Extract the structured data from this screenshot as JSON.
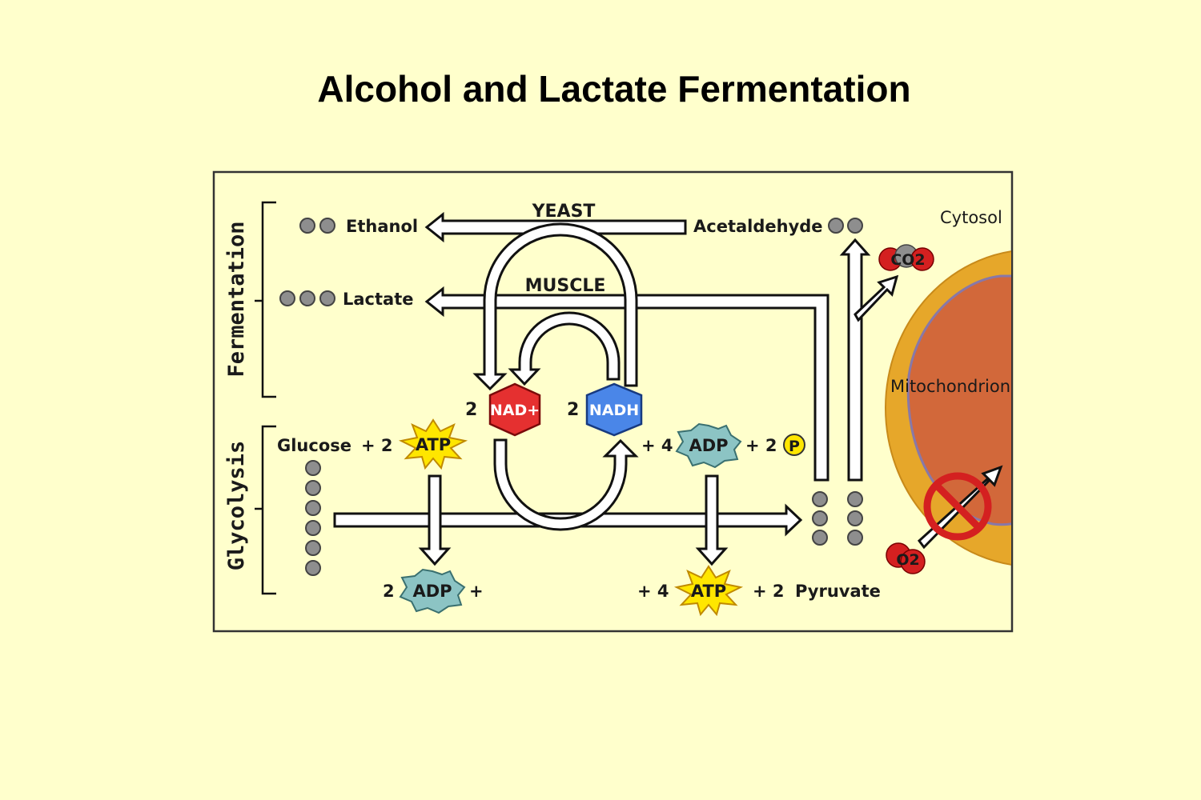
{
  "title": "Alcohol and Lactate Fermentation",
  "diagram": {
    "side_labels": {
      "fermentation": "Fermentation",
      "glycolysis": "Glycolysis"
    },
    "organism_labels": {
      "yeast": "YEAST",
      "muscle": "MUSCLE"
    },
    "molecules": {
      "ethanol": "Ethanol",
      "acetaldehyde": "Acetaldehyde",
      "lactate": "Lactate",
      "glucose": "Glucose",
      "pyruvate": "Pyruvate",
      "cytosol": "Cytosol",
      "mitochondrion": "Mitochondrion"
    },
    "badges": {
      "atp": "ATP",
      "adp": "ADP",
      "nad_plus": "NAD+",
      "nadh": "NADH",
      "phosphate": "P",
      "co2": "CO2",
      "o2": "O2"
    },
    "text_fragments": {
      "glucose_plus_2": "+ 2",
      "nad_coeff": "2",
      "nadh_coeff": "2",
      "adp_plus_4": "+ 4",
      "p_plus_2": "+ 2",
      "out_adp_coeff": "2",
      "out_adp_plus": "+",
      "out_atp_plus_4": "+ 4",
      "pyruvate_plus_2": "+ 2"
    },
    "colors": {
      "background": "#ffffcc",
      "atp": "#ffe600",
      "adp": "#8cc4c4",
      "nad_plus": "#e53030",
      "nadh": "#4a86e8",
      "mitochondrion_outer": "#e6a72a",
      "mitochondrion_inner": "#d2683a",
      "co2": "#d42020",
      "o2": "#d42020",
      "prohibit": "#d42020"
    }
  }
}
